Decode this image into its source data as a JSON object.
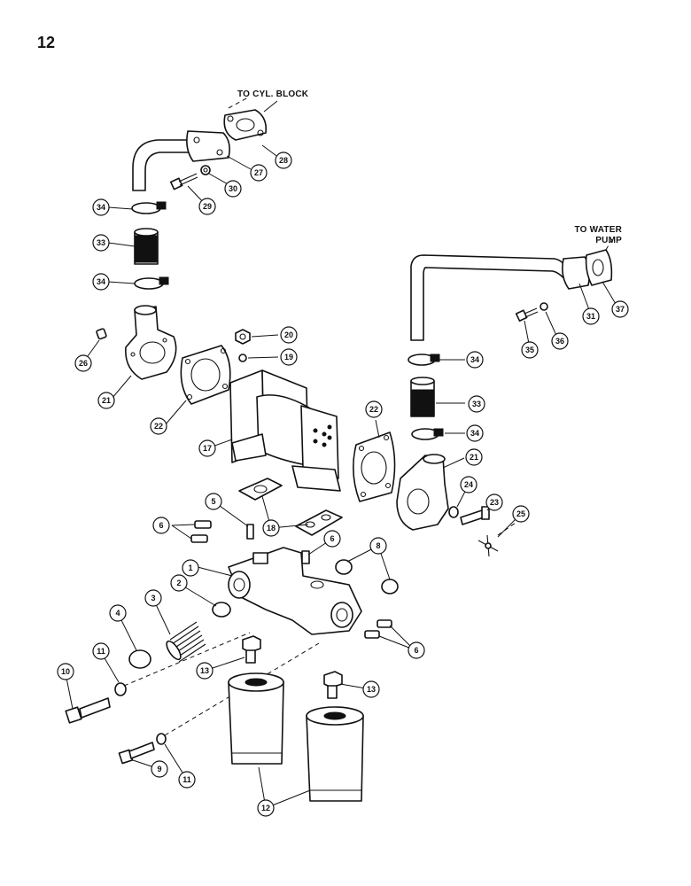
{
  "page": {
    "number": "12"
  },
  "notes": {
    "to_cyl_block": "TO CYL. BLOCK",
    "to_water_pump": [
      "TO WATER",
      "PUMP"
    ]
  },
  "callouts": [
    "1",
    "2",
    "3",
    "4",
    "5",
    "6",
    "8",
    "9",
    "10",
    "11",
    "12",
    "13",
    "17",
    "18",
    "19",
    "20",
    "21",
    "22",
    "23",
    "24",
    "25",
    "26",
    "27",
    "28",
    "29",
    "30",
    "31",
    "33",
    "34",
    "35",
    "36",
    "37"
  ]
}
